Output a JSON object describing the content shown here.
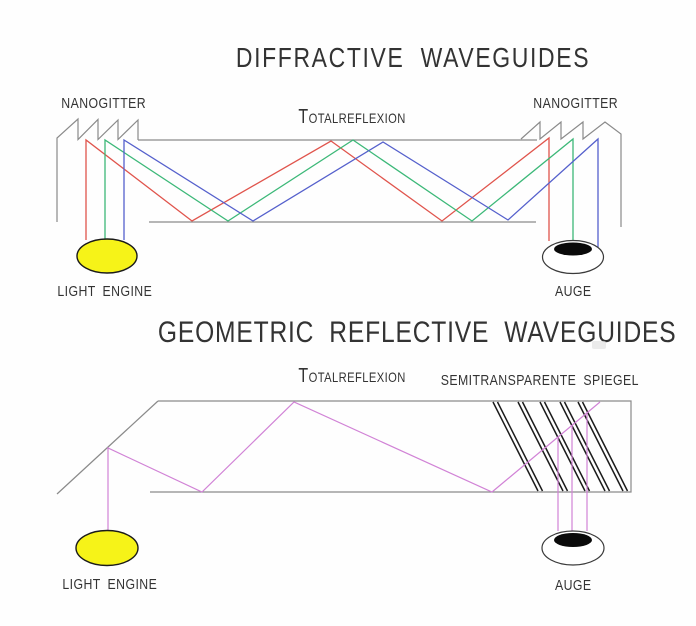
{
  "colors": {
    "red": "#e0544c",
    "green": "#3cb878",
    "blue": "#5560cc",
    "violet": "#d183d6",
    "yellow": "#f6f318",
    "outline": "#8a8a8a",
    "mirror": "#1c1c1c",
    "text": "#333333"
  },
  "top_diagram": {
    "title": "DIFFRACTIVE WAVEGUIDES",
    "labels": {
      "nanogitter_left": "NANOGITTER",
      "nanogitter_right": "NANOGITTER",
      "totalreflexion": "Totalreflexion",
      "light_engine": "LIGHT ENGINE",
      "auge": "AUGE"
    }
  },
  "bottom_diagram": {
    "title": "GEOMETRIC REFLECTIVE WAVEGUIDES",
    "labels": {
      "totalreflexion": "Totalreflexion",
      "spiegel": "SEMITRANSPARENTE SPIEGEL",
      "light_engine": "LIGHT ENGINE",
      "auge": "AUGE"
    }
  }
}
